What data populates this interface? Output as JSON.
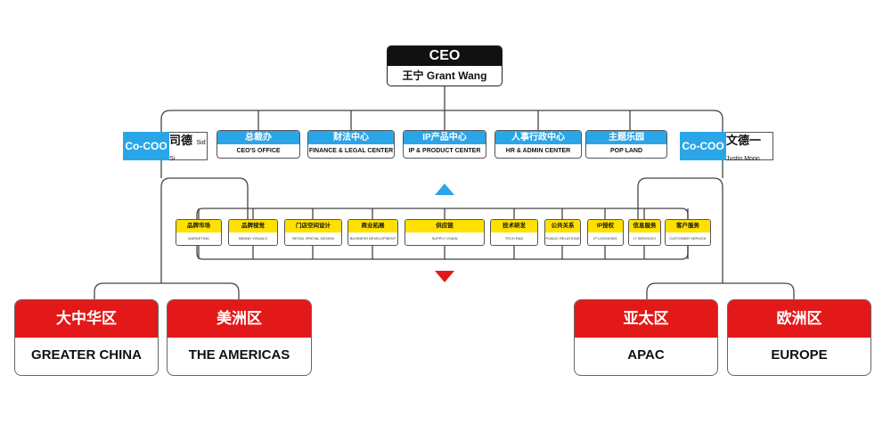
{
  "ceo": {
    "title": "CEO",
    "name": "王宁 Grant Wang"
  },
  "coo_left": {
    "tag": "Co-COO",
    "name_zh": "司德",
    "name_en": "Sid Si"
  },
  "coo_right": {
    "tag": "Co-COO",
    "name_zh": "文德一",
    "name_en": "Justin Moon"
  },
  "departments": [
    {
      "zh": "总裁办",
      "en": "CEO'S OFFICE"
    },
    {
      "zh": "财法中心",
      "en": "FINANCE & LEGAL CENTER"
    },
    {
      "zh": "IP产品中心",
      "en": "IP & PRODUCT CENTER"
    },
    {
      "zh": "人事行政中心",
      "en": "HR & ADMIN CENTER"
    },
    {
      "zh": "主题乐园",
      "en": "POP LAND"
    }
  ],
  "functions": [
    {
      "zh": "品牌市场",
      "en": "MARKETING"
    },
    {
      "zh": "品牌视觉",
      "en": "BRAND VISUALS"
    },
    {
      "zh": "门店空间设计",
      "en": "RETAIL SPATIAL DESIGN"
    },
    {
      "zh": "商业拓展",
      "en": "BUSINESS DEVELOPMENT"
    },
    {
      "zh": "供应链",
      "en": "SUPPLY CHAIN"
    },
    {
      "zh": "技术研发",
      "en": "TECH R&D"
    },
    {
      "zh": "公共关系",
      "en": "PUBLIC RELATIONS"
    },
    {
      "zh": "IP授权",
      "en": "IP LICENSING"
    },
    {
      "zh": "信息服务",
      "en": "IT SERVICES"
    },
    {
      "zh": "客户服务",
      "en": "CUSTOMER SERVICE"
    }
  ],
  "regions": [
    {
      "zh": "大中华区",
      "en": "GREATER CHINA"
    },
    {
      "zh": "美洲区",
      "en": "THE AMERICAS"
    },
    {
      "zh": "亚太区",
      "en": "APAC"
    },
    {
      "zh": "欧洲区",
      "en": "EUROPE"
    }
  ],
  "colors": {
    "blue": "#2aa6e8",
    "red": "#e31818",
    "yellow": "#ffe100",
    "black": "#111111"
  }
}
